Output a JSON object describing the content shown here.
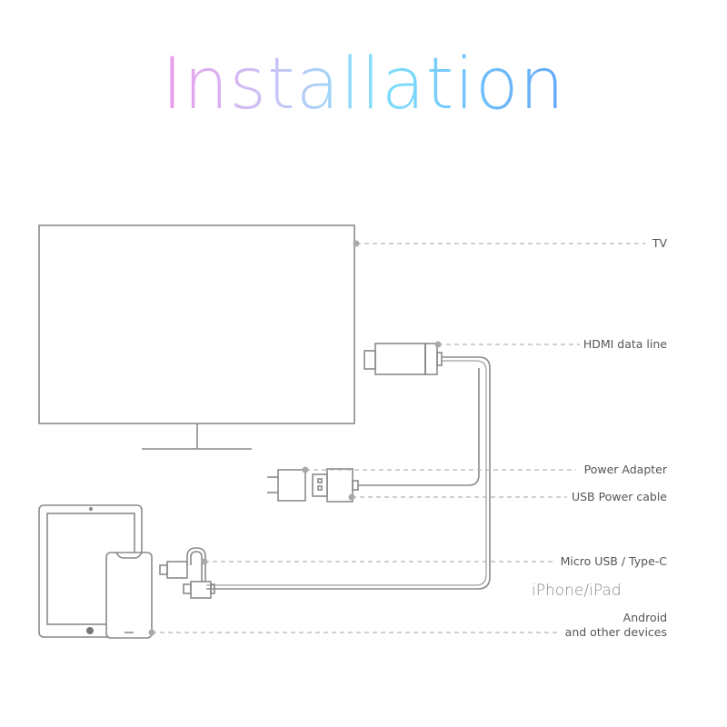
{
  "title": "Installation",
  "labels": {
    "tv": "TV",
    "hdmi": "HDMI data line",
    "power_adapter": "Power Adapter",
    "usb_power_cable": "USB Power cable",
    "micro_usb": "Micro USB / Type-C",
    "iphone_ipad": "iPhone/iPad",
    "android_line1": "Android",
    "android_line2": "and other devices"
  },
  "colors": {
    "outline": "#8a8a8a",
    "leader": "#b5b5b5",
    "dot": "#a9a9a9",
    "gradient": [
      "#d96cf0",
      "#ec9ae9",
      "#c9c6f7",
      "#7fe0fb",
      "#6fbcfb",
      "#5577f0"
    ]
  }
}
